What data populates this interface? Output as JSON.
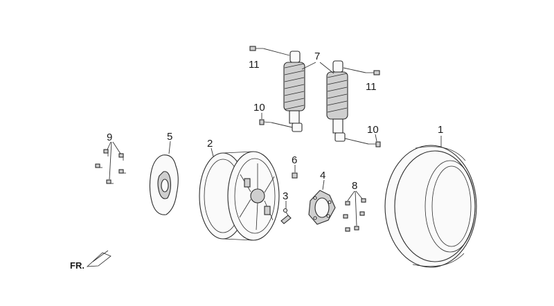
{
  "labels": {
    "tire": "1",
    "rim": "2",
    "valve": "3",
    "hub_plate": "4",
    "brake_disc": "5",
    "nut": "6",
    "shock_absorber": "7",
    "small_bolts": "8",
    "disc_bolts": "9",
    "lower_bolt_left": "10",
    "lower_bolt_right": "10",
    "upper_bolt_left": "11",
    "upper_bolt_right": "11"
  },
  "front_indicator": "FR.",
  "colors": {
    "line": "#2a2a2a",
    "fill_dark": "#cfcfcf",
    "background": "#ffffff"
  }
}
